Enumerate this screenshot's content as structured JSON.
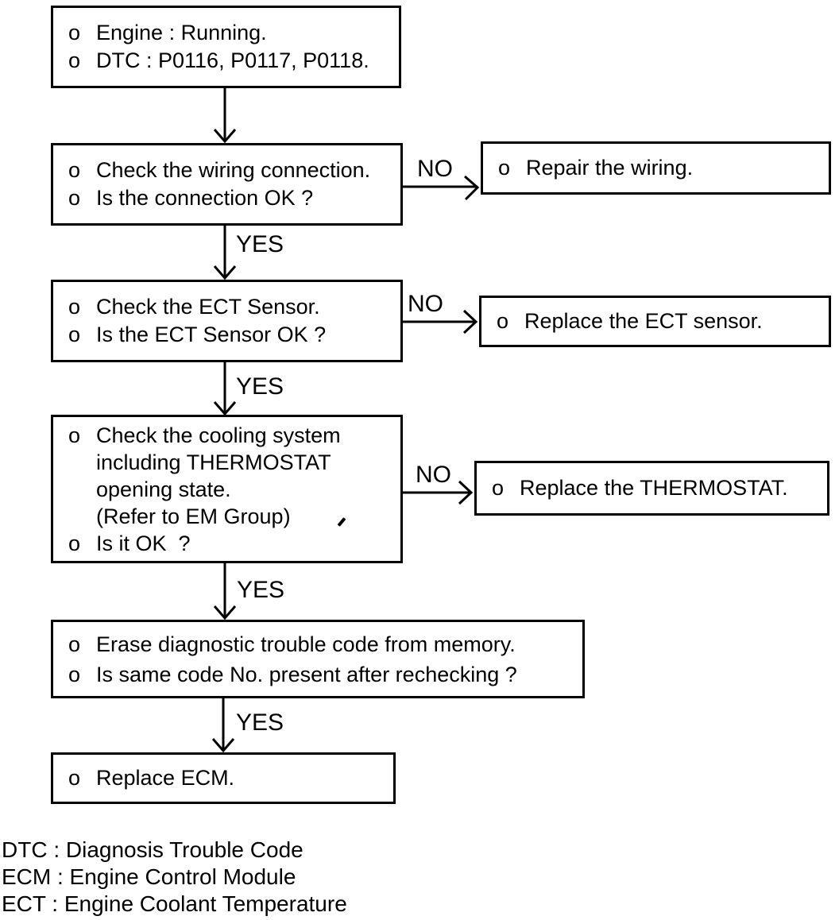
{
  "bullet": "o",
  "labels": {
    "yes": "YES",
    "no": "NO"
  },
  "boxes": {
    "start": {
      "lines": [
        "Engine : Running.",
        "DTC : P0116, P0117, P0118."
      ]
    },
    "check_wiring": {
      "lines": [
        "Check the wiring connection.",
        "Is the connection OK ?"
      ]
    },
    "repair_wiring": {
      "lines": [
        "Repair the wiring."
      ]
    },
    "check_ect": {
      "lines": [
        "Check the ECT Sensor.",
        "Is the ECT Sensor OK ?"
      ]
    },
    "replace_ect": {
      "lines": [
        "Replace the ECT sensor."
      ]
    },
    "check_cooling": {
      "item1_lines": [
        "Check the cooling system",
        "including THERMOSTAT",
        "opening state.",
        "(Refer to EM Group)"
      ],
      "item2_lines": [
        "Is it OK  ?"
      ]
    },
    "replace_thermostat": {
      "lines": [
        "Replace the THERMOSTAT."
      ]
    },
    "erase_dtc": {
      "lines": [
        "Erase diagnostic trouble code from memory.",
        "Is same code No. present after rechecking ?"
      ]
    },
    "replace_ecm": {
      "lines": [
        "Replace ECM."
      ]
    }
  },
  "legend": {
    "dtc": "DTC : Diagnosis Trouble Code",
    "ecm": "ECM : Engine Control Module",
    "ect": "ECT : Engine Coolant Temperature"
  },
  "colors": {
    "ink": "#000000",
    "paper": "#ffffff"
  }
}
